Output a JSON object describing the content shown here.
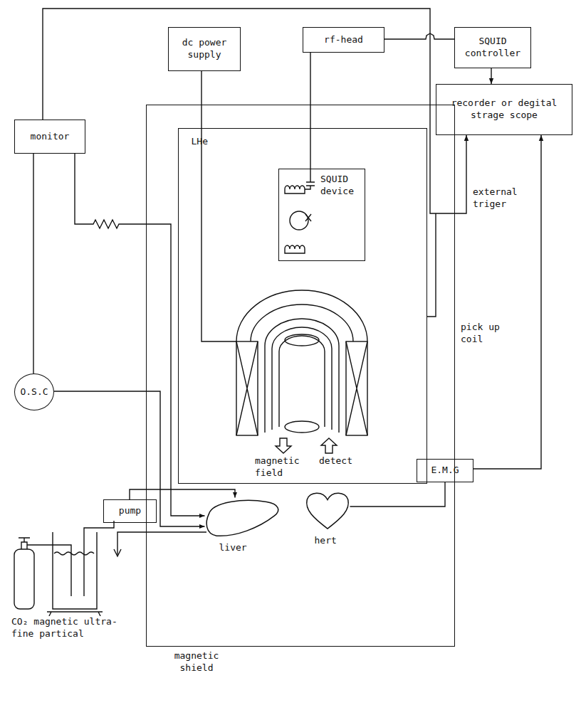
{
  "diagram": {
    "nodes": [
      {
        "text": [
          "dc power supply"
        ]
      },
      {
        "text": [
          "rf-head"
        ]
      },
      {
        "text": [
          "SQUID controller"
        ]
      },
      {
        "text": [
          "monitor"
        ]
      },
      {
        "text": [
          "recorder or degital strage scope"
        ]
      },
      {
        "text": [
          "magnetic shield"
        ]
      },
      {
        "text": [
          "LHe"
        ],
        "in": 5
      },
      {
        "text": [
          "SQUID device"
        ],
        "in": 6
      },
      {
        "text": [
          "O.S.C"
        ]
      },
      {
        "text": [
          "pump"
        ]
      },
      {
        "text": [
          "liver"
        ],
        "in": 5
      },
      {
        "text": [
          "hert"
        ],
        "in": 5
      },
      {
        "text": [
          "E.M.G"
        ]
      }
    ],
    "edges": [
      {
        "from": 1,
        "to": 7,
        "arrow": "none"
      },
      {
        "from": 1,
        "to": 2,
        "arrow": "none"
      },
      {
        "from": 2,
        "to": 4,
        "arrow": "to"
      },
      {
        "from": 3,
        "to": 4,
        "arrow": "to"
      },
      {
        "from": 12,
        "to": 4,
        "arrow": "to"
      },
      {
        "from": 3,
        "to": 8,
        "arrow": "none"
      },
      {
        "from": 3,
        "to": 10,
        "arrow": "to"
      },
      {
        "from": 8,
        "to": 10,
        "arrow": "to"
      },
      {
        "from": 9,
        "to": 10,
        "arrow": "to"
      },
      {
        "from": 11,
        "to": 12,
        "arrow": "none"
      }
    ],
    "labels": [
      "external triger",
      "pick up coil",
      "magnetic field",
      "detect",
      "CO₂ magnetic ultra-fine partical"
    ]
  }
}
